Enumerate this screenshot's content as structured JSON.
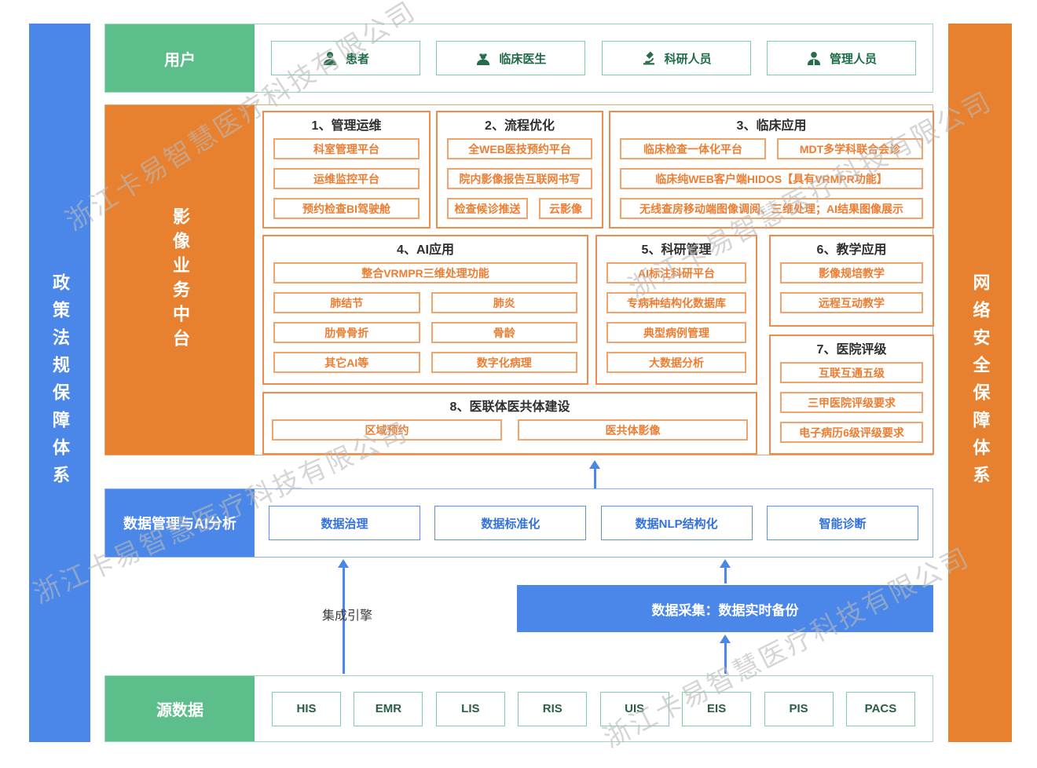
{
  "watermark": {
    "text": "浙江卡易智慧医疗科技有限公司"
  },
  "left_bar": {
    "label": "政策法规保障体系"
  },
  "right_bar": {
    "label": "网络安全保障体系"
  },
  "user_row": {
    "header": "用户",
    "items": [
      {
        "icon": "patient-icon",
        "label": "患者"
      },
      {
        "icon": "doctor-icon",
        "label": "临床医生"
      },
      {
        "icon": "microscope-icon",
        "label": "科研人员"
      },
      {
        "icon": "admin-icon",
        "label": "管理人员"
      }
    ]
  },
  "platform": {
    "header": "影像业务中台",
    "s1": {
      "title": "1、管理运维",
      "items": [
        "科室管理平台",
        "运维监控平台",
        "预约检查BI驾驶舱"
      ]
    },
    "s2": {
      "title": "2、流程优化",
      "items": [
        "全WEB医技预约平台",
        "院内影像报告互联网书写",
        "检查候诊推送",
        "云影像"
      ]
    },
    "s3": {
      "title": "3、临床应用",
      "items": [
        "临床检查一体化平台",
        "MDT多学科联合会诊",
        "临床纯WEB客户端HIDOS【具有VRMPR功能】",
        "无线查房移动端图像调阅、三维处理；AI结果图像展示"
      ]
    },
    "s4": {
      "title": "4、AI应用",
      "items": [
        "整合VRMPR三维处理功能",
        "肺结节",
        "肺炎",
        "肋骨骨折",
        "骨龄",
        "其它AI等",
        "数字化病理"
      ]
    },
    "s5": {
      "title": "5、科研管理",
      "items": [
        "AI标注科研平台",
        "专病种结构化数据库",
        "典型病例管理",
        "大数据分析"
      ]
    },
    "s6": {
      "title": "6、教学应用",
      "items": [
        "影像规培教学",
        "远程互动教学"
      ]
    },
    "s7": {
      "title": "7、医院评级",
      "items": [
        "互联互通五级",
        "三甲医院评级要求",
        "电子病历6级评级要求"
      ]
    },
    "s8": {
      "title": "8、医联体医共体建设",
      "items": [
        "区域预约",
        "医共体影像"
      ]
    }
  },
  "data_layer": {
    "header": "数据管理与AI分析",
    "items": [
      "数据治理",
      "数据标准化",
      "数据NLP结构化",
      "智能诊断"
    ]
  },
  "integration_engine": {
    "label": "集成引擎"
  },
  "data_collection": {
    "label": "数据采集：数据实时备份"
  },
  "source_row": {
    "header": "源数据",
    "items": [
      "HIS",
      "EMR",
      "LIS",
      "RIS",
      "UIS",
      "EIS",
      "PIS",
      "PACS"
    ]
  },
  "colors": {
    "blue": "#4A87E8",
    "green": "#5CBE8B",
    "orange": "#E8812F",
    "orange_text": "#ED7D31",
    "green_text": "#1E6B47",
    "blue_text": "#3372DC"
  }
}
